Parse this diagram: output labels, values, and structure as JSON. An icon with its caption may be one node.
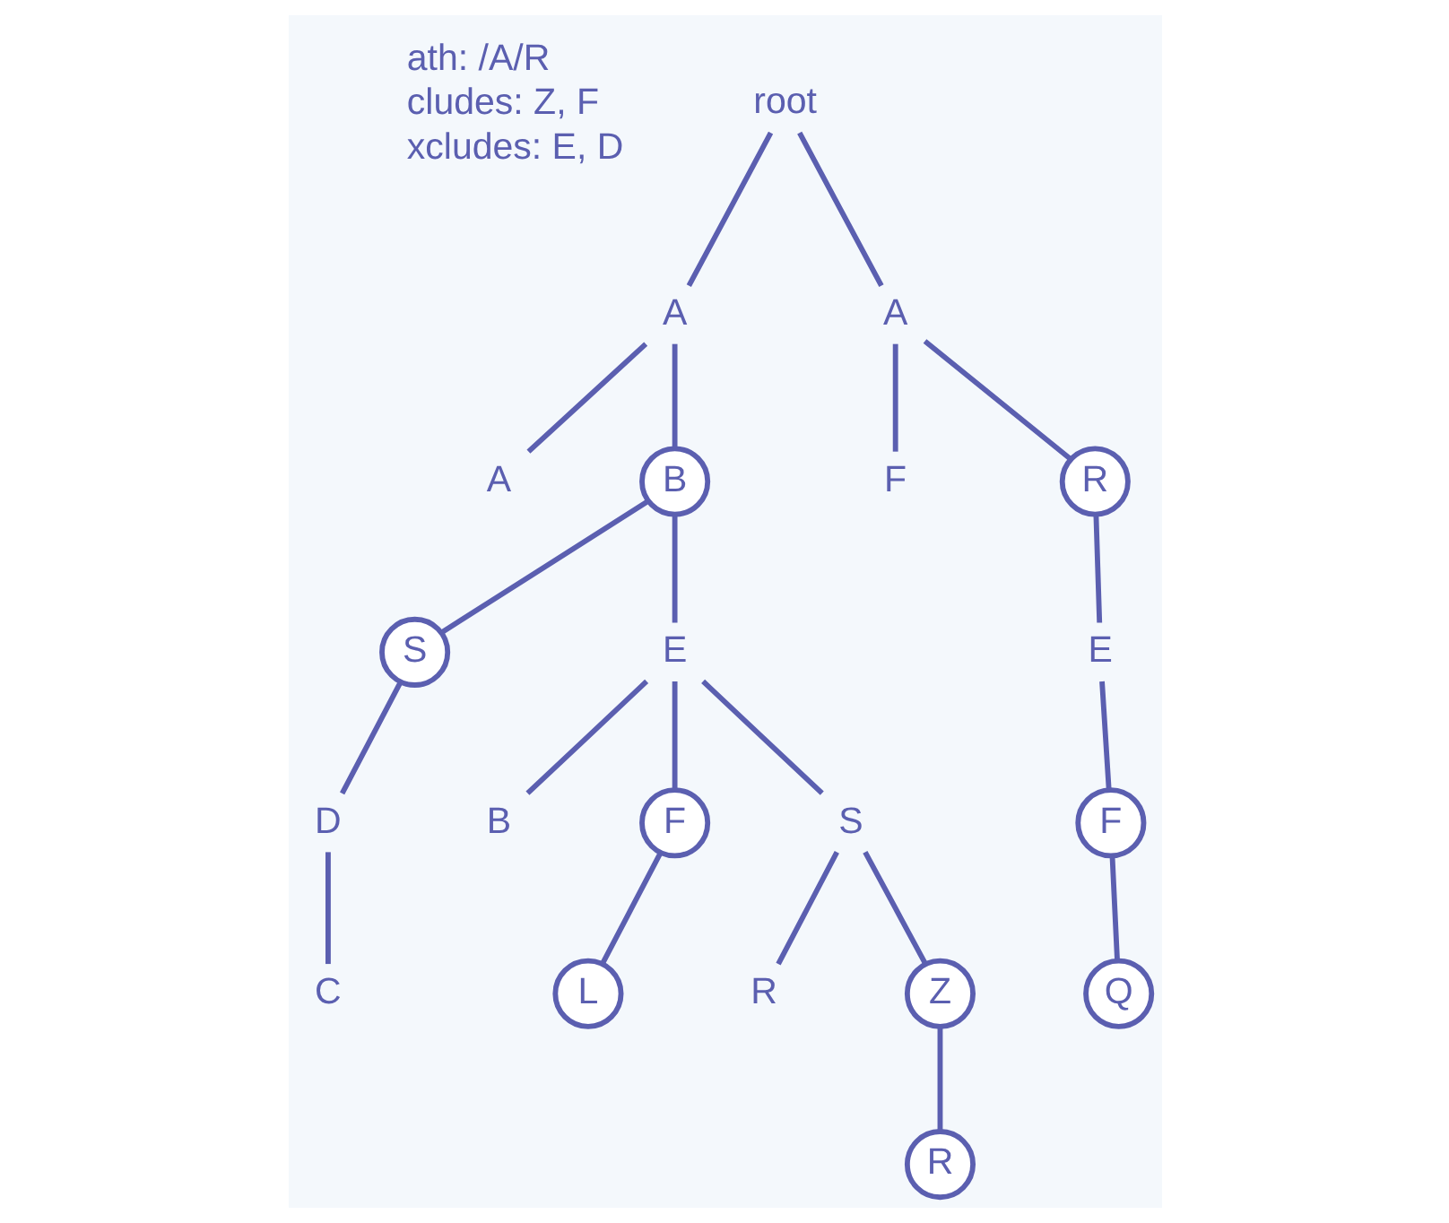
{
  "diagram": {
    "nodes": [
      {
        "text": [
          "root"
        ]
      },
      {
        "text": [
          "A"
        ]
      },
      {
        "text": [
          "A"
        ]
      },
      {
        "text": [
          "A"
        ]
      },
      {
        "text": [
          "B"
        ]
      },
      {
        "text": [
          "F"
        ]
      },
      {
        "text": [
          "R"
        ]
      },
      {
        "text": [
          "S"
        ]
      },
      {
        "text": [
          "E"
        ]
      },
      {
        "text": [
          "E"
        ]
      },
      {
        "text": [
          "D"
        ]
      },
      {
        "text": [
          "B"
        ]
      },
      {
        "text": [
          "F"
        ]
      },
      {
        "text": [
          "S"
        ]
      },
      {
        "text": [
          "F"
        ]
      },
      {
        "text": [
          "C"
        ]
      },
      {
        "text": [
          "L"
        ]
      },
      {
        "text": [
          "R"
        ]
      },
      {
        "text": [
          "Z"
        ]
      },
      {
        "text": [
          "Q"
        ]
      },
      {
        "text": [
          "R"
        ]
      }
    ],
    "edges": [
      {
        "from": 0,
        "to": 1,
        "arrow": "none"
      },
      {
        "from": 0,
        "to": 2,
        "arrow": "none"
      },
      {
        "from": 1,
        "to": 3,
        "arrow": "none"
      },
      {
        "from": 1,
        "to": 4,
        "arrow": "none"
      },
      {
        "from": 2,
        "to": 5,
        "arrow": "none"
      },
      {
        "from": 2,
        "to": 6,
        "arrow": "none"
      },
      {
        "from": 4,
        "to": 7,
        "arrow": "none"
      },
      {
        "from": 4,
        "to": 8,
        "arrow": "none"
      },
      {
        "from": 6,
        "to": 9,
        "arrow": "none"
      },
      {
        "from": 7,
        "to": 10,
        "arrow": "none"
      },
      {
        "from": 8,
        "to": 11,
        "arrow": "none"
      },
      {
        "from": 8,
        "to": 12,
        "arrow": "none"
      },
      {
        "from": 8,
        "to": 13,
        "arrow": "none"
      },
      {
        "from": 9,
        "to": 14,
        "arrow": "none"
      },
      {
        "from": 10,
        "to": 15,
        "arrow": "none"
      },
      {
        "from": 12,
        "to": 16,
        "arrow": "none"
      },
      {
        "from": 13,
        "to": 17,
        "arrow": "none"
      },
      {
        "from": 13,
        "to": 18,
        "arrow": "none"
      },
      {
        "from": 14,
        "to": 19,
        "arrow": "none"
      },
      {
        "from": 18,
        "to": 20,
        "arrow": "none"
      }
    ],
    "labels": [
      "ath: /A/R",
      "cludes: Z, F",
      "xcludes: E, D"
    ]
  }
}
